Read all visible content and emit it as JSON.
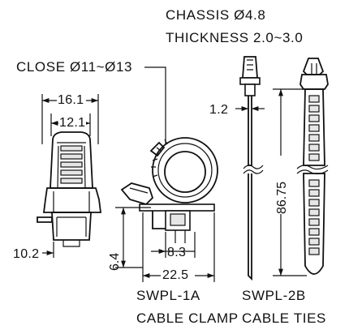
{
  "labels": {
    "chassis_line1": "CHASSIS Ø4.8",
    "chassis_line2": "THICKNESS 2.0~3.0",
    "close": "CLOSE Ø11~Ø13"
  },
  "dimensions": {
    "width_outer": "16.1",
    "width_inner": "12.1",
    "base_depth": "10.2",
    "height_base": "6.4",
    "gap": "8.3",
    "total_width": "22.5",
    "tie_width": "1.2",
    "tie_length": "86.75"
  },
  "products": [
    {
      "model": "SWPL-1A",
      "name": "CABLE CLAMP"
    },
    {
      "model": "SWPL-2B",
      "name": "CABLE TIES"
    }
  ]
}
